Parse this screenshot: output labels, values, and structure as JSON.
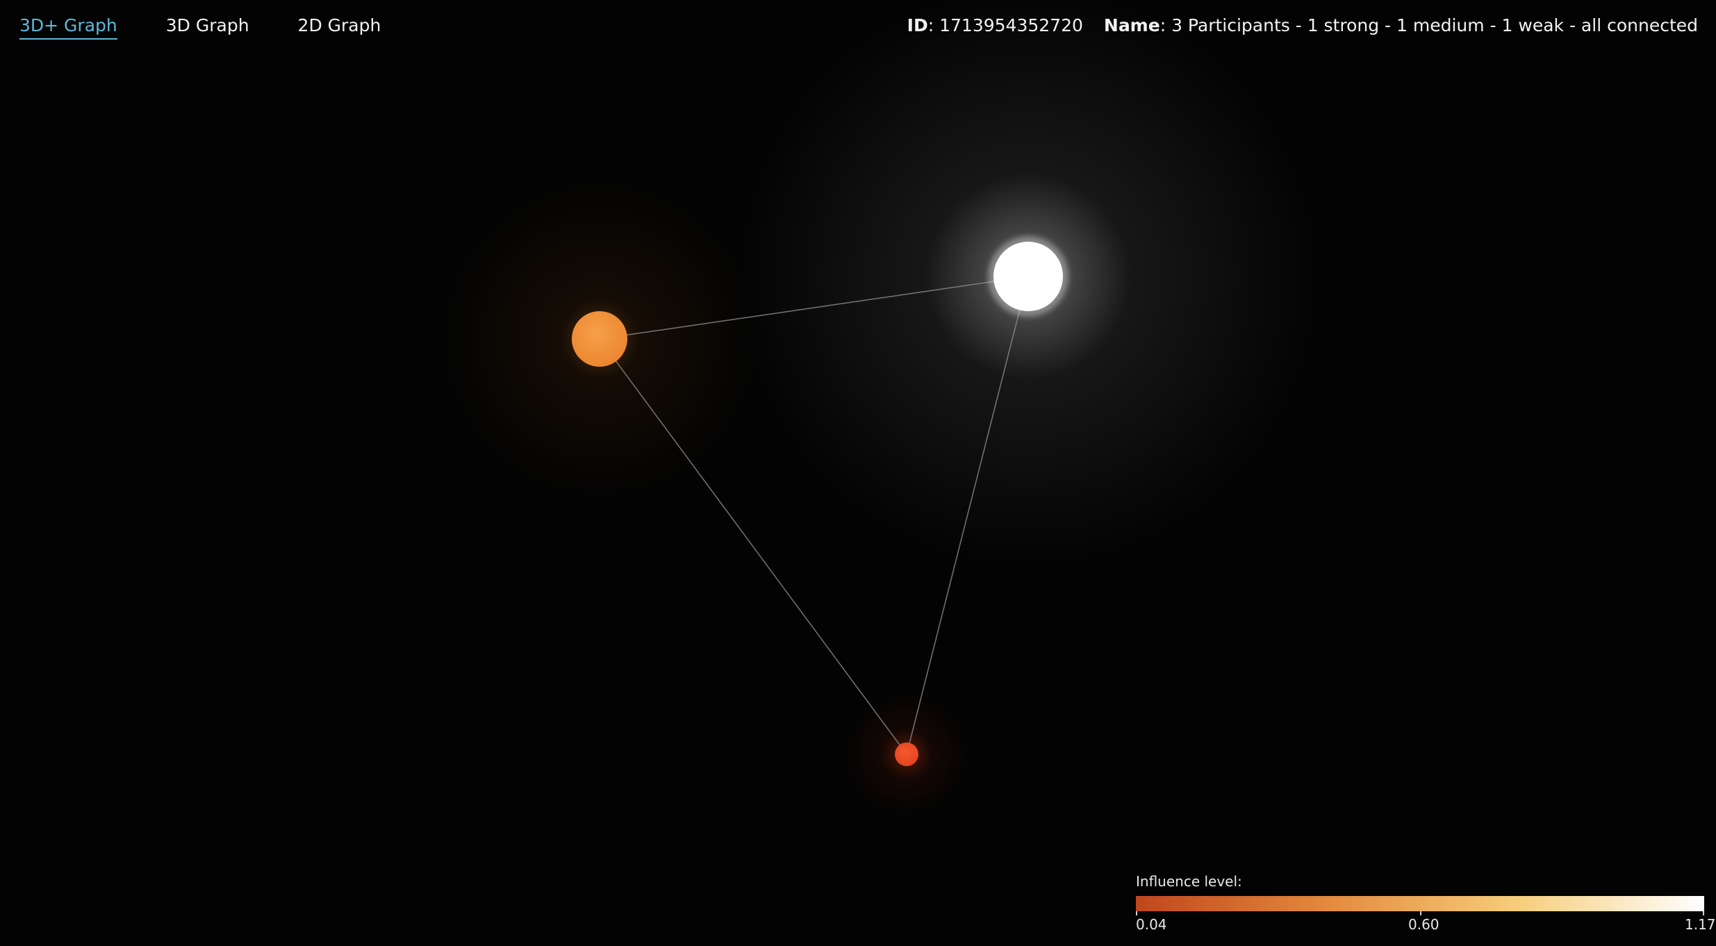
{
  "nav": {
    "tabs": [
      {
        "label": "3D+ Graph",
        "active": true
      },
      {
        "label": "3D Graph",
        "active": false
      },
      {
        "label": "2D Graph",
        "active": false
      }
    ]
  },
  "info": {
    "id_label": "ID",
    "id_value": ": 1713954352720",
    "name_label": "Name",
    "name_value": ": 3 Participants - 1 strong - 1 medium - 1 weak - all connected"
  },
  "graph": {
    "nodes": [
      {
        "id": "strong",
        "color": "#ffffff",
        "glow": "#ffffff"
      },
      {
        "id": "medium",
        "color": "#f0913a",
        "glow": "#e07a20"
      },
      {
        "id": "weak",
        "color": "#ee4e24",
        "glow": "#d83a10"
      }
    ],
    "edges": [
      {
        "source": "medium",
        "target": "strong"
      },
      {
        "source": "medium",
        "target": "weak"
      },
      {
        "source": "strong",
        "target": "weak"
      }
    ],
    "edge_color": "#8a8a8a"
  },
  "legend": {
    "title": "Influence level:",
    "min_label": "0.04",
    "mid_label": "0.60",
    "max_label": "1.17",
    "gradient_colors": [
      "#c0461d",
      "#e3893d",
      "#f6cc7a",
      "#ffffff"
    ]
  }
}
